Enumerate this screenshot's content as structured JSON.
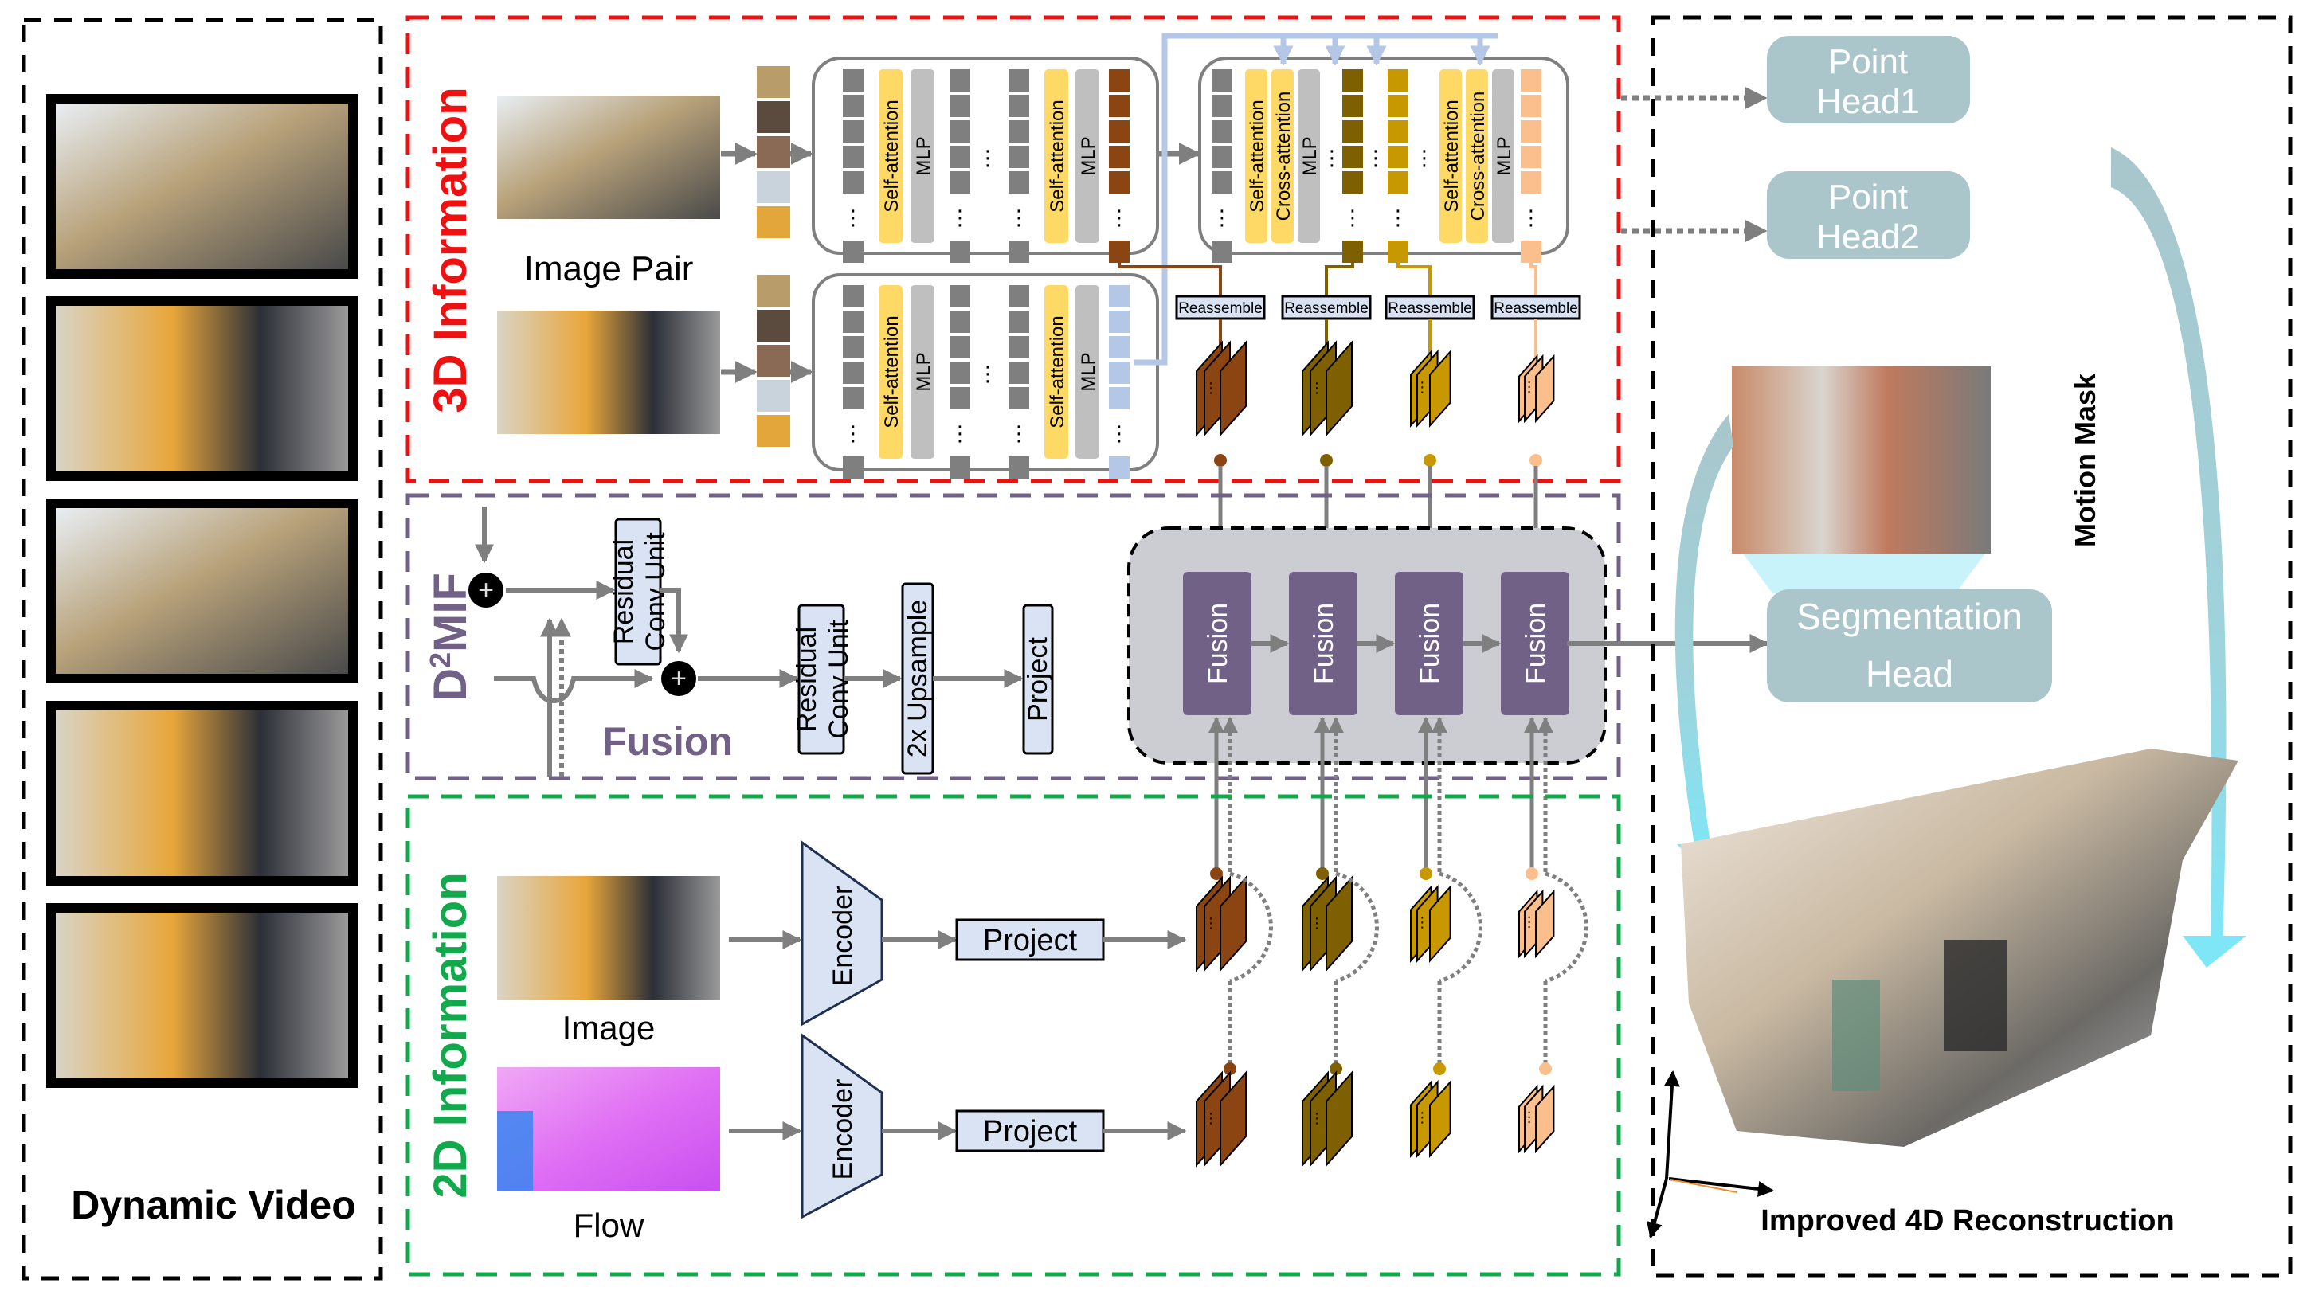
{
  "panels": {
    "dynamic_video": {
      "title": "Dynamic Video",
      "frame_count": 5
    },
    "info3d": {
      "title": "3D Information",
      "color": "#ee1111"
    },
    "d2mif": {
      "title": "D²MIF",
      "title_base": "D",
      "title_sup": "2",
      "title_rest": "MIF",
      "color": "#726187",
      "sub_label": "Fusion"
    },
    "info2d": {
      "title": "2D Information",
      "color": "#12a84c"
    },
    "output": {
      "title": "Improved 4D Reconstruction",
      "mask_label": "Motion Mask"
    }
  },
  "info3d": {
    "image_pair_label": "Image Pair",
    "encoder_blocks": {
      "self_attention": "Self-attention",
      "mlp": "MLP"
    },
    "decoder_blocks": {
      "self_attention": "Self-attention",
      "cross_attention": "Cross-attention",
      "mlp": "MLP"
    },
    "reassemble_label": "Reassemble",
    "reassemble_count": 4
  },
  "d2mif": {
    "residual_conv_unit": "Residual Conv Unit",
    "residual_line1": "Residual",
    "residual_line2": "Conv Unit",
    "upsample": "2x Upsample",
    "project": "Project",
    "fusion_blocks": [
      "Fusion",
      "Fusion",
      "Fusion",
      "Fusion"
    ]
  },
  "info2d": {
    "image_label": "Image",
    "flow_label": "Flow",
    "encoder_label": "Encoder",
    "project_label": "Project"
  },
  "heads": {
    "point_head1": [
      "Point",
      "Head1"
    ],
    "point_head2": [
      "Point",
      "Head2"
    ],
    "segmentation_head": [
      "Segmentation",
      "Head"
    ]
  },
  "feature_colors": [
    "#8b4513",
    "#7f6000",
    "#c79800",
    "#fbbf8e"
  ],
  "token_colors": {
    "gray": "#7f7f7f",
    "attention": "#ffd966",
    "mlp": "#bfbfbf",
    "second_view": "#b4c7e7"
  }
}
